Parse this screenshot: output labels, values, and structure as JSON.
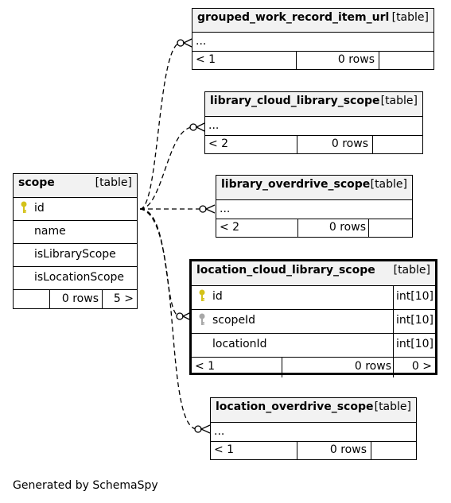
{
  "footer": "Generated by SchemaSpy",
  "tables": {
    "grouped": {
      "name": "grouped_work_record_item_url",
      "tag": "[table]",
      "row": "...",
      "f1": "< 1",
      "f2": "0 rows"
    },
    "libcloud": {
      "name": "library_cloud_library_scope",
      "tag": "[table]",
      "row": "...",
      "f1": "< 2",
      "f2": "0 rows"
    },
    "liboverdrive": {
      "name": "library_overdrive_scope",
      "tag": "[table]",
      "row": "...",
      "f1": "< 2",
      "f2": "0 rows"
    },
    "scope": {
      "name": "scope",
      "tag": "[table]",
      "cols": [
        "id",
        "name",
        "isLibraryScope",
        "isLocationScope"
      ],
      "f2": "0 rows",
      "f3": "5 >"
    },
    "loccloud": {
      "name": "location_cloud_library_scope",
      "tag": "[table]",
      "cols": [
        {
          "name": "id",
          "type": "int[10]"
        },
        {
          "name": "scopeId",
          "type": "int[10]"
        },
        {
          "name": "locationId",
          "type": "int[10]"
        }
      ],
      "f1": "< 1",
      "f2": "0 rows",
      "f3": "0 >"
    },
    "locoverdrive": {
      "name": "location_overdrive_scope",
      "tag": "[table]",
      "row": "...",
      "f1": "< 1",
      "f2": "0 rows"
    }
  },
  "colors": {
    "pk_key": "#d4c21a",
    "fk_key": "#a8a8a8",
    "header_bg": "#f2f2f2"
  }
}
